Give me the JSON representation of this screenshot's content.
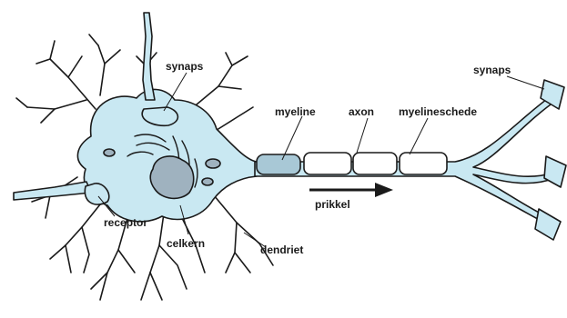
{
  "labels": {
    "synaps_top": "synaps",
    "synaps_right": "synaps",
    "myeline": "myeline",
    "axon": "axon",
    "myelineschede": "myelineschede",
    "prikkel": "prikkel",
    "receptor": "receptor",
    "celkern": "celkern",
    "dendriet": "dendriet"
  },
  "colors": {
    "cell_fill": "#c9e8f2",
    "outline": "#1a1a1a",
    "nucleus": "#9fb2bf",
    "myelin_sheath": "#a8c8d6"
  },
  "icons": {
    "arrow": "right-arrow-icon"
  }
}
